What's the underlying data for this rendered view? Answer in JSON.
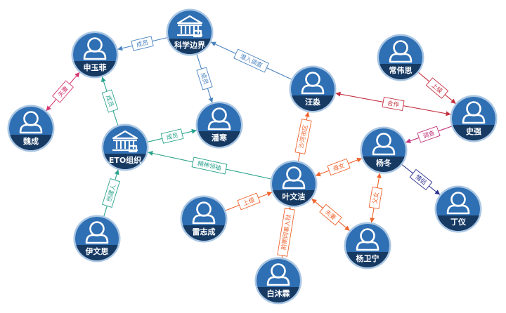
{
  "colors": {
    "node_fill": "#2f6fb3",
    "node_fill_light": "#3a80c8",
    "node_dark": "#173a63",
    "node_ring": "#a9c6e3",
    "edge_blue": "#4a83c0",
    "edge_teal": "#2aa38d",
    "edge_orange": "#f0642d",
    "edge_red": "#c53040",
    "edge_pink": "#d6346f",
    "edge_purple": "#c2377d",
    "edge_navy": "#2b2f8e"
  },
  "nodes": [
    {
      "id": "kxbj",
      "label": "科学边界",
      "icon": "institution-icon"
    },
    {
      "id": "syf",
      "label": "申玉菲",
      "icon": "person-icon"
    },
    {
      "id": "wc",
      "label": "魏成",
      "icon": "person-icon"
    },
    {
      "id": "eto",
      "label": "ETO组织",
      "icon": "institution-icon"
    },
    {
      "id": "ph",
      "label": "潘寒",
      "icon": "person-icon"
    },
    {
      "id": "wm",
      "label": "汪淼",
      "icon": "person-icon"
    },
    {
      "id": "cws",
      "label": "常伟思",
      "icon": "person-icon"
    },
    {
      "id": "sq",
      "label": "史强",
      "icon": "person-icon"
    },
    {
      "id": "yd",
      "label": "杨冬",
      "icon": "person-icon"
    },
    {
      "id": "ywj",
      "label": "叶文洁",
      "icon": "person-icon"
    },
    {
      "id": "dy",
      "label": "丁仪",
      "icon": "person-icon"
    },
    {
      "id": "lzc",
      "label": "雷志成",
      "icon": "person-icon"
    },
    {
      "id": "ywsi",
      "label": "伊文思",
      "icon": "person-icon"
    },
    {
      "id": "ywn",
      "label": "杨卫宁",
      "icon": "person-icon"
    },
    {
      "id": "bml",
      "label": "白沐霖",
      "icon": "person-icon"
    }
  ],
  "edges": [
    {
      "from": "kxbj",
      "to": "syf",
      "label": "成员",
      "color": "edge_blue"
    },
    {
      "from": "kxbj",
      "to": "ph",
      "label": "成员",
      "color": "edge_blue"
    },
    {
      "from": "wm",
      "to": "kxbj",
      "label": "潜入调查",
      "color": "edge_blue"
    },
    {
      "from": "syf",
      "to": "wc",
      "label": "夫妻",
      "color": "edge_pink",
      "both": true
    },
    {
      "from": "eto",
      "to": "syf",
      "label": "成员",
      "color": "edge_teal"
    },
    {
      "from": "eto",
      "to": "ph",
      "label": "成员",
      "color": "edge_teal"
    },
    {
      "from": "ywsi",
      "to": "eto",
      "label": "创建人",
      "color": "edge_teal"
    },
    {
      "from": "ywj",
      "to": "eto",
      "label": "精神领袖",
      "color": "edge_teal"
    },
    {
      "from": "wm",
      "to": "sq",
      "label": "合作",
      "color": "edge_red",
      "both": true
    },
    {
      "from": "cws",
      "to": "sq",
      "label": "上级",
      "color": "edge_red"
    },
    {
      "from": "sq",
      "to": "yd",
      "label": "调查",
      "color": "edge_purple"
    },
    {
      "from": "ywj",
      "to": "wm",
      "label": "沙河市区",
      "color": "edge_orange"
    },
    {
      "from": "yd",
      "to": "ywj",
      "label": "母女",
      "color": "edge_orange",
      "both": true
    },
    {
      "from": "yd",
      "to": "dy",
      "label": "情侣",
      "color": "edge_navy"
    },
    {
      "from": "yd",
      "to": "ywn",
      "label": "父女",
      "color": "edge_orange",
      "both": true
    },
    {
      "from": "lzc",
      "to": "ywj",
      "label": "上级",
      "color": "edge_orange"
    },
    {
      "from": "ywj",
      "to": "ywn",
      "label": "夫妻",
      "color": "edge_orange",
      "both": true
    },
    {
      "from": "bml",
      "to": "ywj",
      "label": "前期同事入狱",
      "color": "edge_orange"
    }
  ]
}
